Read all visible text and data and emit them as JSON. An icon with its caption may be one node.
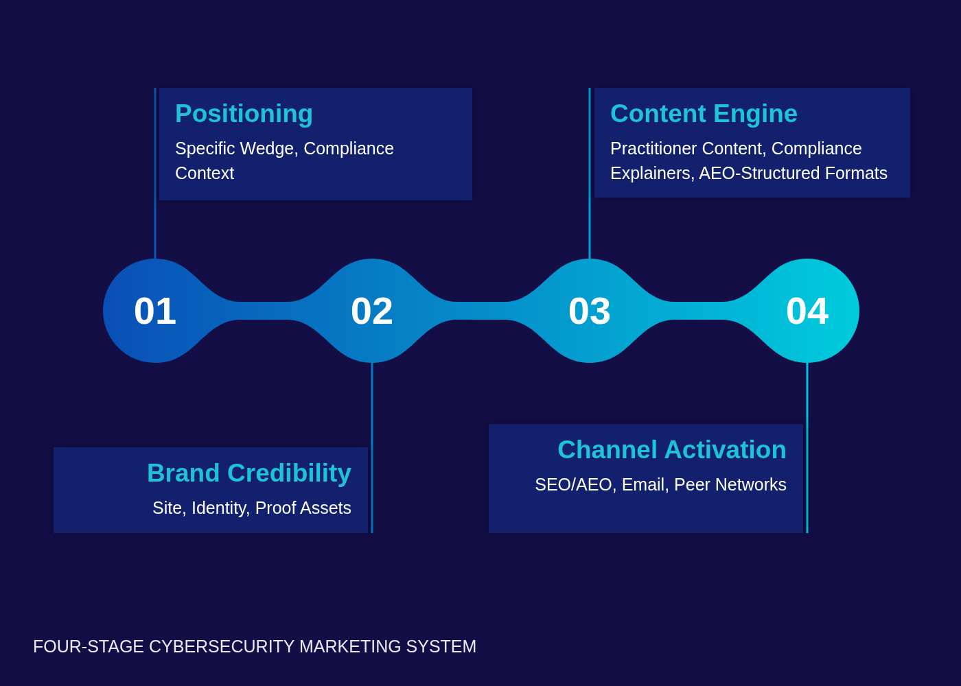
{
  "diagram": {
    "title": "FOUR-STAGE CYBERSECURITY MARKETING SYSTEM",
    "nodes": [
      {
        "text": [
          "Positioning",
          "Specific Wedge, Compliance Context"
        ]
      },
      {
        "text": [
          "Content Engine",
          "Practitioner Content, Compliance Explainers, AEO-Structured Formats"
        ]
      },
      {
        "text": [
          "01"
        ]
      },
      {
        "text": [
          "02"
        ]
      },
      {
        "text": [
          "03"
        ]
      },
      {
        "text": [
          "04"
        ]
      },
      {
        "text": [
          "Brand Credibility",
          "Site, Identity, Proof Assets"
        ]
      },
      {
        "text": [
          "Channel Activation",
          "SEO/AEO, Email, Peer Networks"
        ]
      }
    ],
    "edges": [
      {
        "from": 2,
        "to": 3,
        "arrow": "none",
        "style": "thick"
      },
      {
        "from": 3,
        "to": 4,
        "arrow": "none",
        "style": "thick"
      },
      {
        "from": 4,
        "to": 5,
        "arrow": "none",
        "style": "thick"
      },
      {
        "from": 2,
        "to": 0,
        "arrow": "none"
      },
      {
        "from": 3,
        "to": 6,
        "arrow": "none"
      },
      {
        "from": 4,
        "to": 1,
        "arrow": "none"
      },
      {
        "from": 5,
        "to": 7,
        "arrow": "none"
      }
    ]
  }
}
